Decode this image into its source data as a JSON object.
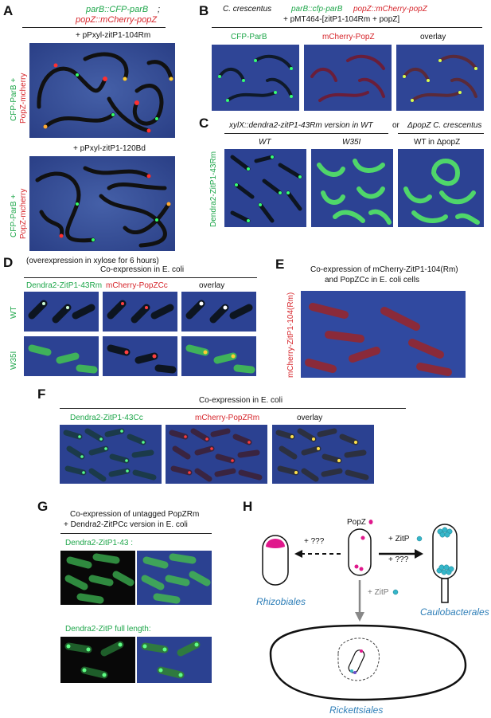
{
  "panels": {
    "A": {
      "letter": "A",
      "title_green": "parB::CFP-parB",
      "title_sep": ";",
      "title_red": "popZ::mCherry-popZ",
      "cond1": "+ pPxyl-zitP1-104Rm",
      "cond2": "+ pPxyl-zitP1-120Bd",
      "ylabel_green": "CFP-ParB +",
      "ylabel_red": "PopZ-mcherry",
      "note": "(overexpression in xylose for 6 hours)"
    },
    "B": {
      "letter": "B",
      "title1_black": "C. crescentus",
      "title1_green": "parB::cfp-parB",
      "title1_red": "popZ::mCherry-popZ",
      "title2": "+ pMT464-[zitP1-104Rm + popZ]",
      "col1": "CFP-ParB",
      "col2": "mCherry-PopZ",
      "col3": "overlay"
    },
    "C": {
      "letter": "C",
      "title_left": "xylX::dendra2-zitP1-43Rm version in WT",
      "title_or": "or",
      "title_right": "ΔpopZ C. crescentus",
      "col1": "WT",
      "col2": "W35I",
      "col3": "WT in ΔpopZ",
      "ylabel": "Dendra2-ZitP1-43Rm"
    },
    "D": {
      "letter": "D",
      "title": "Co-expression in E. coli",
      "col1": "Dendra2-ZitP1-43Rm",
      "col2": "mCherry-PopZCc",
      "col3": "overlay",
      "row1": "WT",
      "row2": "W35I"
    },
    "E": {
      "letter": "E",
      "title1": "Co-expression of mCherry-ZitP1-104(Rm)",
      "title2": "and PopZCc in E. coli cells",
      "ylabel": "mCherry-ZitP1-104(Rm)"
    },
    "F": {
      "letter": "F",
      "title": "Co-expression in E. coli",
      "col1": "Dendra2-ZitP1-43Cc",
      "col2": "mCherry-PopZRm",
      "col3": "overlay"
    },
    "G": {
      "letter": "G",
      "title1": "Co-expression of untagged PopZRm",
      "title2": "+ Dendra2-ZitPCc version in E. coli",
      "sub1": "Dendra2-ZitP1-43 :",
      "sub2": "Dendra2-ZitP full length:"
    },
    "H": {
      "letter": "H",
      "popz": "PopZ",
      "q_left": "+ ???",
      "zitp_right": "+ ZitP",
      "q_right": "+ ???",
      "zitp_down": "+ ZitP",
      "rhizobiales": "Rhizobiales",
      "caulobacterales": "Caulobacterales",
      "rickettsiales": "Rickettsiales"
    }
  },
  "colors": {
    "green": "#1ea64a",
    "red": "#d6252b",
    "blue": "#2f7fb8",
    "magenta": "#e0188c",
    "cyan": "#35b6c9"
  }
}
